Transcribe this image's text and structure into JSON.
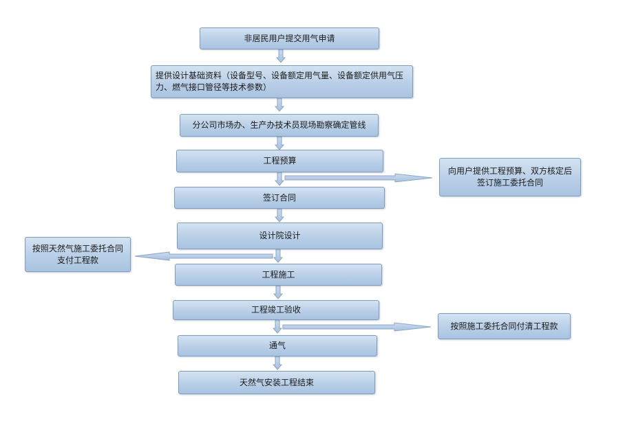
{
  "flowchart": {
    "steps": [
      "非居民用户提交用气申请",
      "提供设计基础资料（设备型号、设备额定用气量、设备额定供用气压力、燃气接口管径等技术参数）",
      "分公司市场办、生产办技术员现场勘察确定管线",
      "工程预算",
      "签订合同",
      "设计院设计",
      "工程施工",
      "工程竣工验收",
      "通气",
      "天然气安装工程结束"
    ],
    "side_notes": [
      "向用户提供工程预算、双方核定后签订施工委托合同",
      "按照天然气施工委托合同支付工程款",
      "按照施工委托合同付清工程款"
    ]
  },
  "colors": {
    "node_fill": "#b9cfe7",
    "node_border": "#7f9db9",
    "arrow_fill": "#b3c9e3",
    "arrow_border": "#8aa6c8"
  }
}
